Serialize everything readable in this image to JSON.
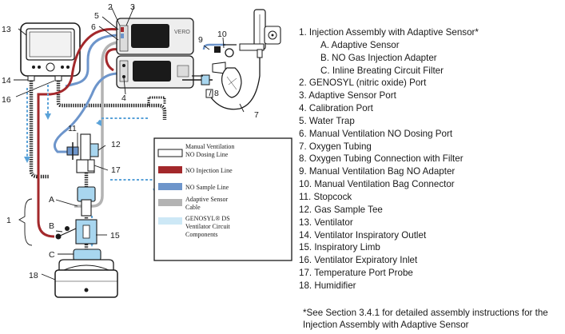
{
  "callouts": {
    "c1": "1",
    "cA": "A",
    "cB": "B",
    "cC": "C",
    "c2": "2",
    "c3": "3",
    "c4": "4",
    "c5": "5",
    "c6": "6",
    "c7": "7",
    "c8": "8",
    "c9": "9",
    "c10": "10",
    "c11": "11",
    "c12": "12",
    "c13": "13",
    "c14": "14",
    "c15": "15",
    "c16": "16",
    "c17": "17",
    "c18": "18"
  },
  "device": {
    "brand": "VERO"
  },
  "legend": {
    "manual_line": [
      "Manual Ventilation",
      "NO Dosing Line"
    ],
    "injection_line": "NO Injection Line",
    "sample_line": "NO Sample Line",
    "sensor_cable": [
      "Adaptive Sensor",
      "Cable"
    ],
    "circuit": [
      "GENOSYL® DS",
      "Ventilator Circuit",
      "Components"
    ]
  },
  "parts": [
    {
      "text": "1. Injection Assembly with Adaptive Sensor*",
      "sub": false
    },
    {
      "text": "A. Adaptive Sensor",
      "sub": true
    },
    {
      "text": "B. NO Gas Injection Adapter",
      "sub": true
    },
    {
      "text": "C. Inline Breating Circuit Filter",
      "sub": true
    },
    {
      "text": "2. GENOSYL (nitric oxide) Port",
      "sub": false
    },
    {
      "text": "3. Adaptive Sensor Port",
      "sub": false
    },
    {
      "text": "4. Calibration Port",
      "sub": false
    },
    {
      "text": "5. Water Trap",
      "sub": false
    },
    {
      "text": "6. Manual Ventilation NO Dosing Port",
      "sub": false
    },
    {
      "text": "7. Oxygen Tubing",
      "sub": false
    },
    {
      "text": "8. Oxygen Tubing Connection with Filter",
      "sub": false
    },
    {
      "text": "9. Manual Ventilation Bag NO Adapter",
      "sub": false
    },
    {
      "text": "10. Manual Ventilation Bag Connector",
      "sub": false
    },
    {
      "text": "11. Stopcock",
      "sub": false
    },
    {
      "text": "12. Gas Sample Tee",
      "sub": false
    },
    {
      "text": "13. Ventilator",
      "sub": false
    },
    {
      "text": "14. Ventilator Inspiratory Outlet",
      "sub": false
    },
    {
      "text": "15. Inspiratory Limb",
      "sub": false
    },
    {
      "text": "16. Ventilator Expiratory Inlet",
      "sub": false
    },
    {
      "text": "17. Temperature Port Probe",
      "sub": false
    },
    {
      "text": "18. Humidifier",
      "sub": false
    }
  ],
  "footnote": "*See Section 3.4.1 for detailed assembly instructions for the Injection Assembly with Adaptive Sensor",
  "colors": {
    "injection": "#a3282b",
    "sample": "#6d95cb",
    "cable": "#b3b3b3",
    "circuit": "#a8d6ef",
    "circuit_dash": "#5aa2d8",
    "outline": "#1a1a1a"
  }
}
